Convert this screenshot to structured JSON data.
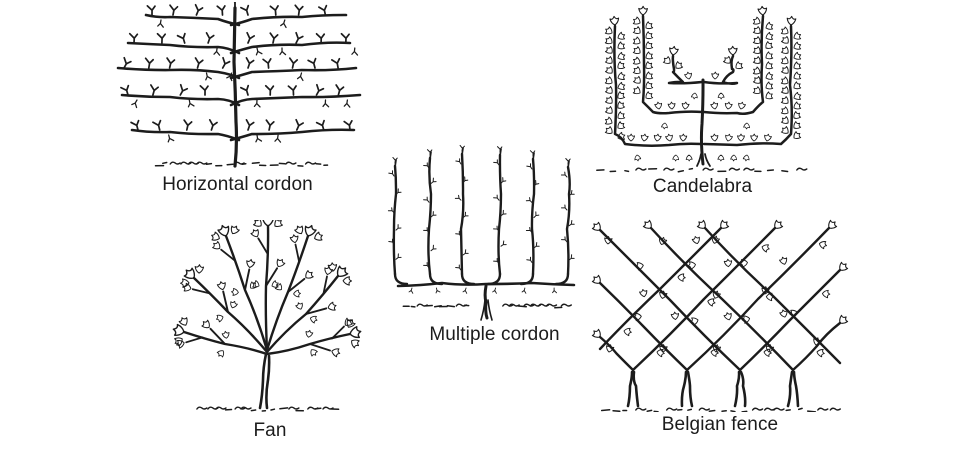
{
  "page": {
    "background": "#ffffff",
    "ink": "#1c1c1c"
  },
  "figures": [
    {
      "id": "horizontal_cordon",
      "label": "Horizontal cordon"
    },
    {
      "id": "candelabra",
      "label": "Candelabra"
    },
    {
      "id": "multiple_cordon",
      "label": "Multiple cordon"
    },
    {
      "id": "fan",
      "label": "Fan"
    },
    {
      "id": "belgian_fence",
      "label": "Belgian fence"
    }
  ]
}
